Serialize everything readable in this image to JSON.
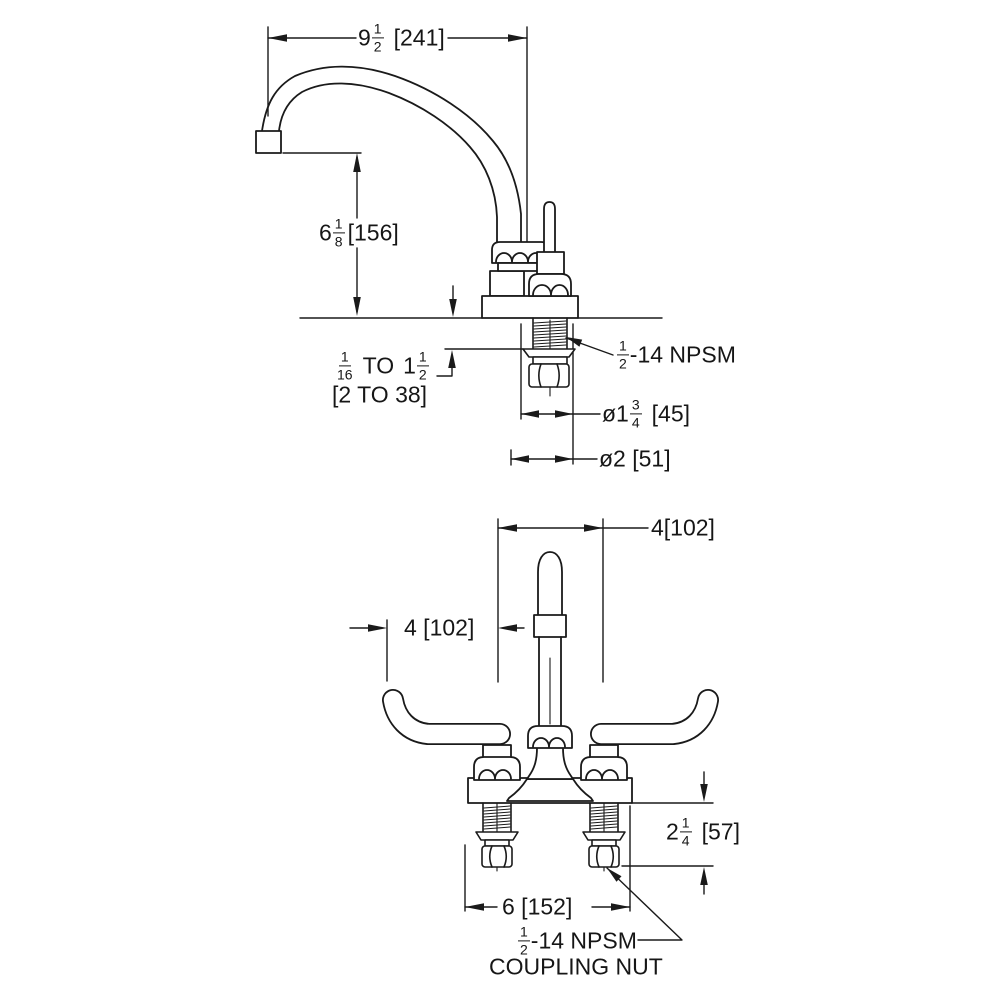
{
  "drawing_type": "faucet-dimension-drawing",
  "colors": {
    "line": "#1a1a1a",
    "background": "#ffffff",
    "text": "#161616"
  },
  "views": {
    "side_view": {
      "labels": {
        "spout_reach": {
          "whole": "9",
          "frac_num": "1",
          "frac_den": "2",
          "metric": "[241]"
        },
        "spout_height": {
          "whole": "6",
          "frac_num": "1",
          "frac_den": "8",
          "metric": "[156]"
        },
        "deck_thickness": {
          "min_num": "1",
          "min_den": "16",
          "to_word": "TO",
          "max_whole": "1",
          "max_num": "1",
          "max_den": "2",
          "metric_line": "[2 TO 38]"
        },
        "shank_thread": {
          "frac_num": "1",
          "frac_den": "2",
          "suffix": "-14 NPSM"
        },
        "body_diameter": {
          "prefix": "ø1",
          "frac_num": "3",
          "frac_den": "4",
          "metric": "[45]"
        },
        "base_diameter": {
          "text": "ø2 [51]"
        }
      }
    },
    "front_view": {
      "labels": {
        "faucet_centers": {
          "text": "4[102]"
        },
        "handle_length": {
          "text": "4 [102]"
        },
        "shank_length": {
          "whole": "2",
          "frac_num": "1",
          "frac_den": "4",
          "metric": "[57]"
        },
        "deck_width": {
          "text": "6 [152]"
        },
        "coupling_nut": {
          "frac_num": "1",
          "frac_den": "2",
          "suffix": "-14 NPSM",
          "caption": "COUPLING NUT"
        }
      }
    }
  }
}
